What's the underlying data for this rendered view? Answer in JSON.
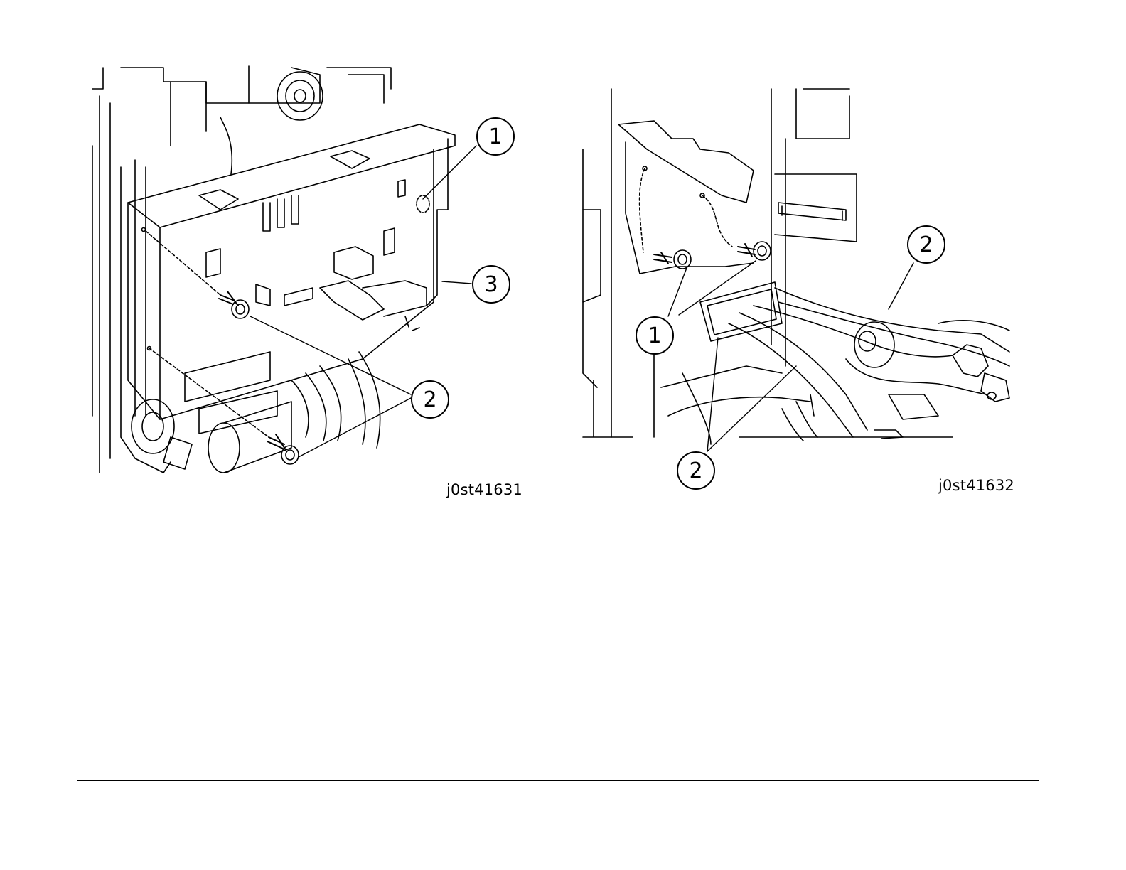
{
  "figures": [
    {
      "id": "j0st41631",
      "callouts": [
        "1",
        "3",
        "2"
      ]
    },
    {
      "id": "j0st41632",
      "callouts": [
        "2",
        "1",
        "2"
      ]
    }
  ]
}
